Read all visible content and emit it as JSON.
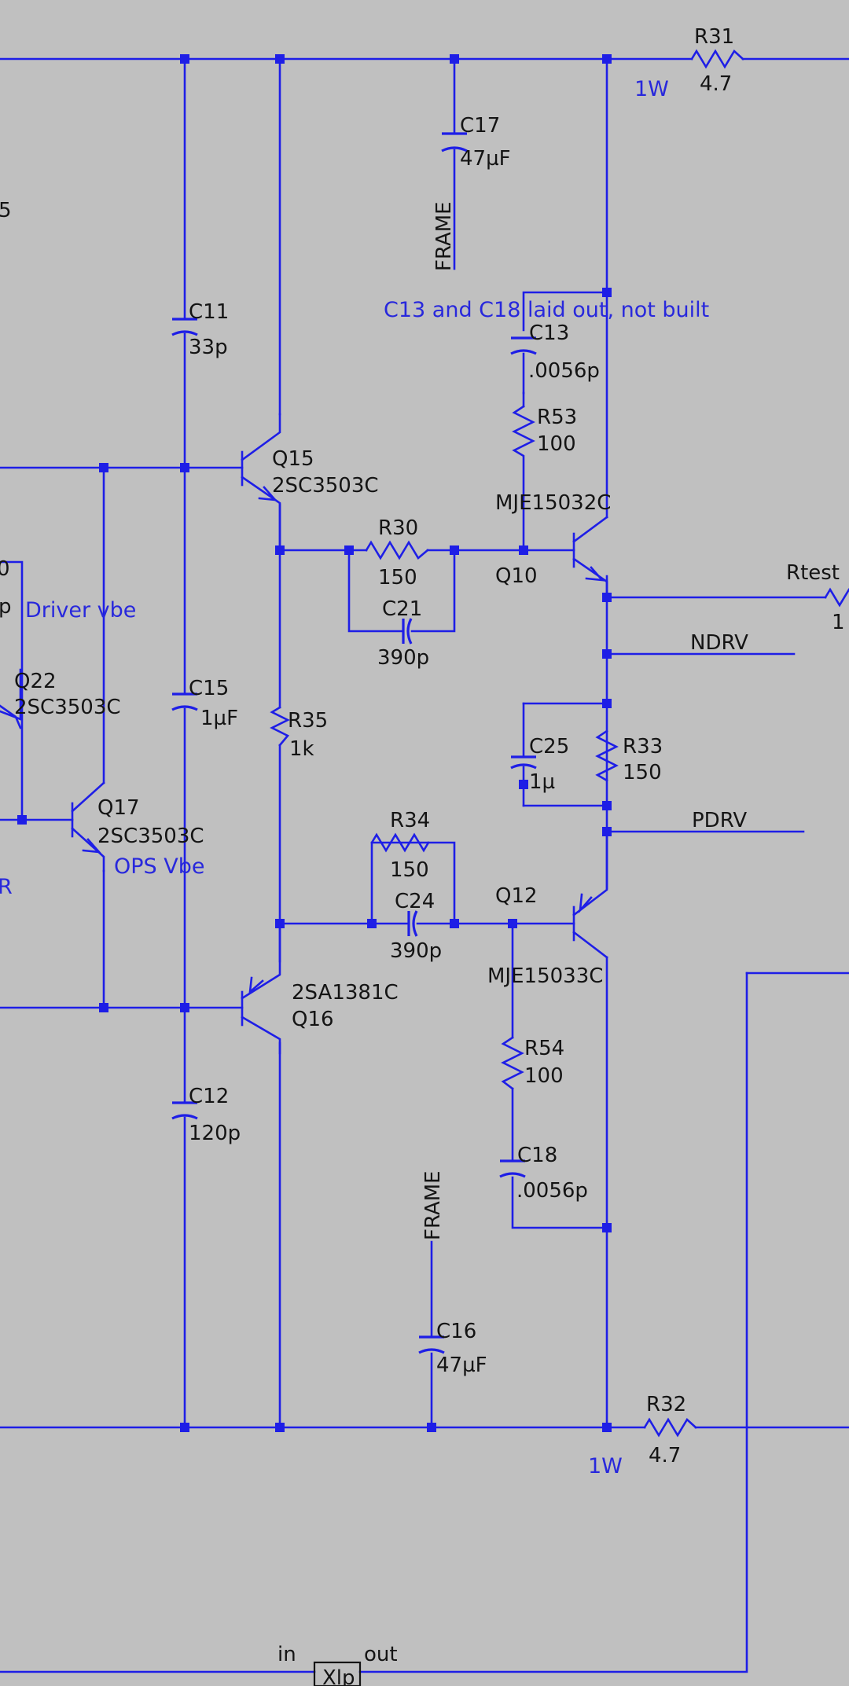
{
  "colors": {
    "background": "#c0c0c0",
    "wire": "#1e1ee6",
    "label": "#141414",
    "comment": "#2828dc"
  },
  "components": {
    "R31": {
      "name": "R31",
      "value": "4.7",
      "power": "1W"
    },
    "R32": {
      "name": "R32",
      "value": "4.7",
      "power": "1W"
    },
    "C17": {
      "name": "C17",
      "value": "47µF"
    },
    "C16": {
      "name": "C16",
      "value": "47µF"
    },
    "C11": {
      "name": "C11",
      "value": "33p"
    },
    "C15": {
      "name": "C15",
      "value": "1µF"
    },
    "C12": {
      "name": "C12",
      "value": "120p"
    },
    "C13": {
      "name": "C13",
      "value": ".0056p"
    },
    "C18": {
      "name": "C18",
      "value": ".0056p"
    },
    "R53": {
      "name": "R53",
      "value": "100"
    },
    "R54": {
      "name": "R54",
      "value": "100"
    },
    "R30": {
      "name": "R30",
      "value": "150"
    },
    "C21": {
      "name": "C21",
      "value": "390p"
    },
    "R34": {
      "name": "R34",
      "value": "150"
    },
    "C24": {
      "name": "C24",
      "value": "390p"
    },
    "R35": {
      "name": "R35",
      "value": "1k"
    },
    "R33": {
      "name": "R33",
      "value": "150"
    },
    "C25": {
      "name": "C25",
      "value": "1µ"
    },
    "Q15": {
      "name": "Q15",
      "value": "2SC3503C"
    },
    "Q16": {
      "name": "Q16",
      "value": "2SA1381C"
    },
    "Q10": {
      "name": "Q10",
      "value": "MJE15032C"
    },
    "Q12": {
      "name": "Q12",
      "value": "MJE15033C"
    },
    "Q17": {
      "name": "Q17",
      "value": "2SC3503C"
    },
    "Q22": {
      "name": "Q22",
      "value": "2SC3503C"
    },
    "Rtest": {
      "name": "Rtest",
      "value": "1"
    },
    "XU": {
      "name": "Xlp",
      "pin_in": "in",
      "pin_out": "out"
    }
  },
  "nets": {
    "frame_top": "FRAME",
    "frame_bottom": "FRAME",
    "ndrv": "NDRV",
    "pdrv": "PDRV"
  },
  "comments": {
    "c13_note": "C13 and C18 laid out, not built",
    "driver_vbe": "Driver vbe",
    "ops_vbe": "OPS Vbe"
  },
  "edge_fragments": {
    "left_5": "5",
    "left_0": "0",
    "left_p": "p",
    "left_R": "R"
  }
}
